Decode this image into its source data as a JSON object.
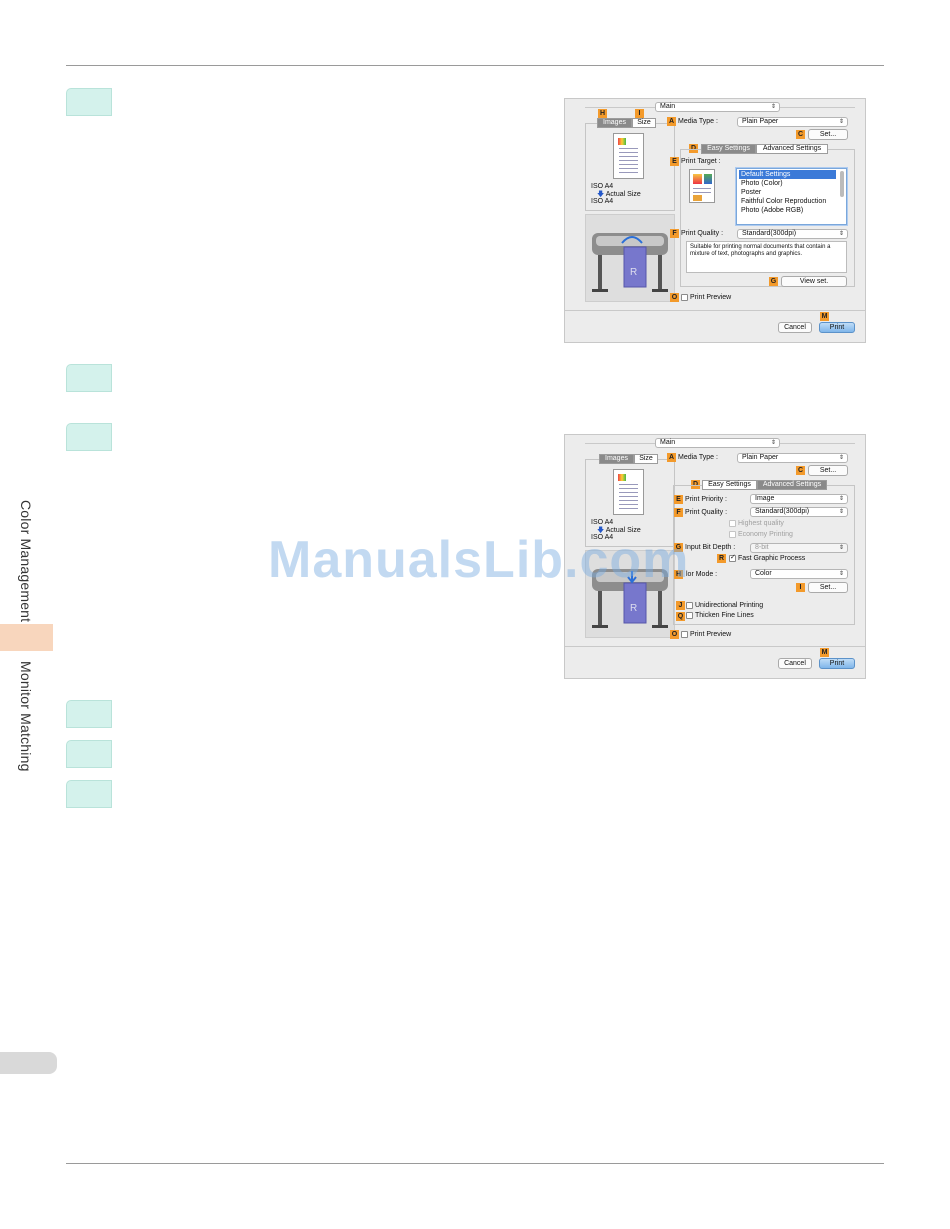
{
  "sidebar": {
    "section_1": "Color Management",
    "section_2": "Monitor Matching"
  },
  "watermark": "ManualsLib.com",
  "dialog_1": {
    "main_popup": "Main",
    "tabs": {
      "images": "Images",
      "size": "Size"
    },
    "size_top": "ISO A4",
    "actual_size": "Actual Size",
    "size_bottom": "ISO A4",
    "media_type_label": "Media Type :",
    "media_type_value": "Plain Paper",
    "set_button": "Set...",
    "settings_tabs": {
      "easy": "Easy Settings",
      "advanced": "Advanced Settings"
    },
    "print_target_label": "Print Target :",
    "print_targets": [
      "Default Settings",
      "Photo (Color)",
      "Poster",
      "Faithful Color Reproduction",
      "Photo (Adobe RGB)"
    ],
    "print_quality_label": "Print Quality :",
    "print_quality_value": "Standard(300dpi)",
    "description": "Suitable for printing normal documents that contain a mixture of text, photographs and graphics.",
    "view_set_button": "View set.",
    "print_preview_label": "Print Preview",
    "cancel_button": "Cancel",
    "print_button": "Print",
    "badges": {
      "H": "H",
      "I": "I",
      "A": "A",
      "C": "C",
      "D": "D",
      "E": "E",
      "F": "F",
      "G": "G",
      "O": "O",
      "M": "M"
    }
  },
  "dialog_2": {
    "main_popup": "Main",
    "tabs": {
      "images": "Images",
      "size": "Size"
    },
    "size_top": "ISO A4",
    "actual_size": "Actual Size",
    "size_bottom": "ISO A4",
    "media_type_label": "Media Type :",
    "media_type_value": "Plain Paper",
    "set_button": "Set...",
    "settings_tabs": {
      "easy": "Easy Settings",
      "advanced": "Advanced Settings"
    },
    "print_priority_label": "Print Priority :",
    "print_priority_value": "Image",
    "print_quality_label": "Print Quality :",
    "print_quality_value": "Standard(300dpi)",
    "highest_quality_label": "Highest quality",
    "economy_printing_label": "Economy Printing",
    "input_bit_depth_label": "Input Bit Depth :",
    "input_bit_depth_value": "8-bit",
    "fast_graphic_label": "Fast Graphic Process",
    "color_mode_label": "lor Mode :",
    "color_mode_value": "Color",
    "color_set_button": "Set...",
    "unidirectional_label": "Unidirectional Printing",
    "thicken_label": "Thicken Fine Lines",
    "print_preview_label": "Print Preview",
    "cancel_button": "Cancel",
    "print_button": "Print",
    "badges": {
      "A": "A",
      "C": "C",
      "D": "D",
      "E": "E",
      "F": "F",
      "G": "G",
      "H": "H",
      "R": "R",
      "I": "I",
      "J": "J",
      "Q": "Q",
      "O": "O",
      "M": "M"
    }
  }
}
